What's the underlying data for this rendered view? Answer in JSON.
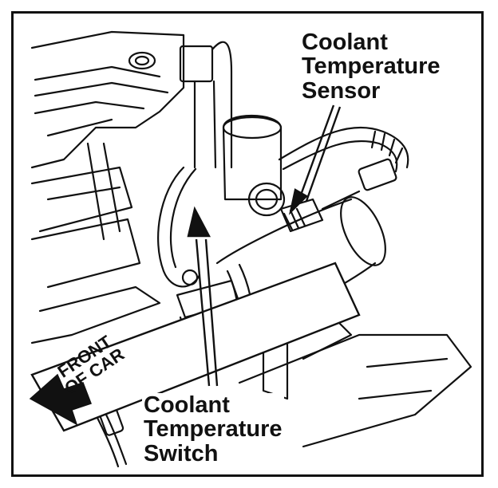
{
  "labels": {
    "sensor": [
      "Coolant",
      "Temperature",
      "Sensor"
    ],
    "switch": [
      "Coolant",
      "Temperature",
      "Switch"
    ],
    "front": [
      "FRONT",
      "OF CAR"
    ]
  },
  "colors": {
    "ink": "#111111",
    "paper": "#ffffff"
  },
  "icons": {
    "front_arrow": "arrow-left-icon"
  }
}
